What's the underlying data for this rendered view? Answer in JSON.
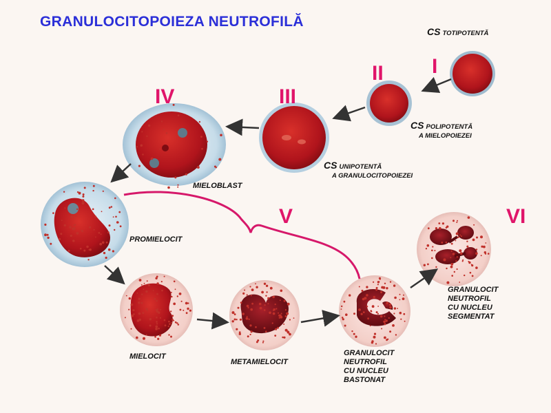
{
  "title": "GRANULOCITOPOIEZA NEUTROFILĂ",
  "stages": [
    {
      "roman": "I",
      "label_main": "CS",
      "label_rest": "TOTIPOTENTĂ"
    },
    {
      "roman": "II",
      "label_main": "CS",
      "label_rest": "POLIPOTENTĂ",
      "label_line2": "A MIELOPOIEZEI"
    },
    {
      "roman": "III",
      "label_main": "CS",
      "label_rest": "UNIPOTENTĂ",
      "label_line2": "A GRANULOCITOPOIEZEI"
    },
    {
      "roman": "IV",
      "label_main": "MIELOBLAST"
    },
    {
      "roman": "V"
    },
    {
      "roman": "VI"
    }
  ],
  "cells": {
    "promielocit": "PROMIELOCIT",
    "mielocit": "MIELOCIT",
    "metamielocit": "METAMIELOCIT",
    "bastonat": [
      "GRANULOCIT",
      "NEUTROFIL",
      "CU NUCLEU",
      "BASTONAT"
    ],
    "segmentat": [
      "GRANULOCIT",
      "NEUTROFIL",
      "CU NUCLEU",
      "SEGMENTAT"
    ]
  },
  "colors": {
    "title": "#2b2fd8",
    "roman": "#e0156a",
    "brace": "#d6186a",
    "nucleus": "#b0141c",
    "granule": "#c0302a",
    "halo": "#aac9dc"
  }
}
